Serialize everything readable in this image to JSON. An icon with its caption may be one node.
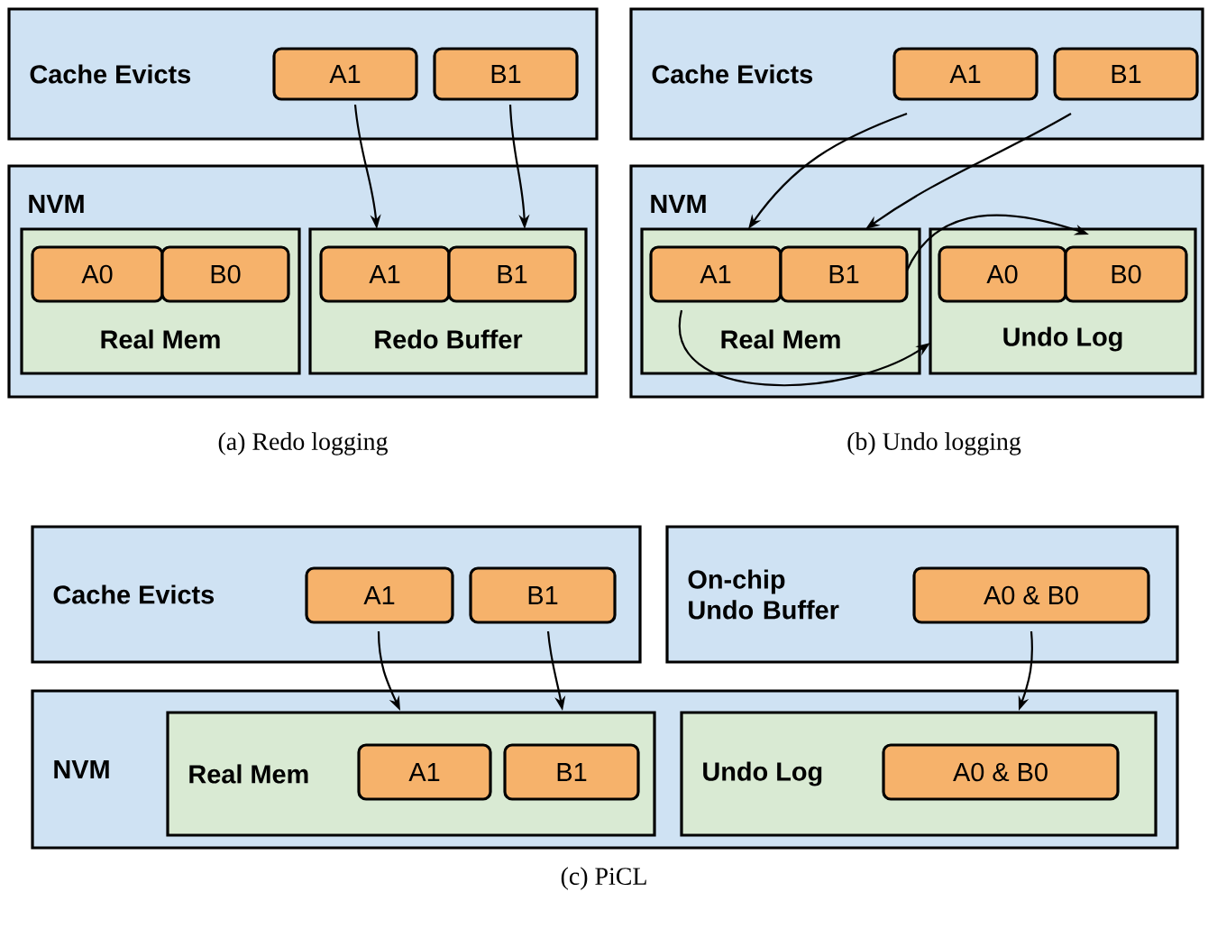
{
  "diagram": {
    "nodes": [
      {
        "text": [
          "Cache Evicts"
        ]
      },
      {
        "text": [
          "A1"
        ],
        "in": 0
      },
      {
        "text": [
          "B1"
        ],
        "in": 0
      },
      {
        "text": [
          "NVM"
        ]
      },
      {
        "text": [
          "Real Mem"
        ],
        "in": 3
      },
      {
        "text": [
          "A0"
        ],
        "in": 4
      },
      {
        "text": [
          "B0"
        ],
        "in": 4
      },
      {
        "text": [
          "Redo Buffer"
        ],
        "in": 3
      },
      {
        "text": [
          "A1"
        ],
        "in": 7
      },
      {
        "text": [
          "B1"
        ],
        "in": 7
      },
      {
        "text": [
          "Cache Evicts"
        ]
      },
      {
        "text": [
          "A1"
        ],
        "in": 10
      },
      {
        "text": [
          "B1"
        ],
        "in": 10
      },
      {
        "text": [
          "NVM"
        ]
      },
      {
        "text": [
          "Real Mem"
        ],
        "in": 13
      },
      {
        "text": [
          "A1"
        ],
        "in": 14
      },
      {
        "text": [
          "B1"
        ],
        "in": 14
      },
      {
        "text": [
          "Undo Log"
        ],
        "in": 13
      },
      {
        "text": [
          "A0"
        ],
        "in": 17
      },
      {
        "text": [
          "B0"
        ],
        "in": 17
      },
      {
        "text": [
          "Cache Evicts"
        ]
      },
      {
        "text": [
          "A1"
        ],
        "in": 20
      },
      {
        "text": [
          "B1"
        ],
        "in": 20
      },
      {
        "text": [
          "On-chip Undo Buffer"
        ]
      },
      {
        "text": [
          "A0 & B0"
        ],
        "in": 23
      },
      {
        "text": [
          "NVM"
        ]
      },
      {
        "text": [
          "Real Mem"
        ],
        "in": 25
      },
      {
        "text": [
          "A1"
        ],
        "in": 26
      },
      {
        "text": [
          "B1"
        ],
        "in": 26
      },
      {
        "text": [
          "Undo Log"
        ],
        "in": 25
      },
      {
        "text": [
          "A0 & B0"
        ],
        "in": 29
      }
    ],
    "edges": [
      {
        "from": 1,
        "to": 7,
        "arrow": "to"
      },
      {
        "from": 2,
        "to": 7,
        "arrow": "to"
      },
      {
        "from": 11,
        "to": 14,
        "arrow": "to"
      },
      {
        "from": 12,
        "to": 14,
        "arrow": "to"
      },
      {
        "from": 16,
        "to": 17,
        "arrow": "to"
      },
      {
        "from": 15,
        "to": 17,
        "arrow": "to"
      },
      {
        "from": 21,
        "to": 26,
        "arrow": "to"
      },
      {
        "from": 22,
        "to": 26,
        "arrow": "to"
      },
      {
        "from": 24,
        "to": 29,
        "arrow": "to"
      }
    ],
    "labels": [
      "(a) Redo logging",
      "(b) Undo logging",
      "(c) PiCL"
    ]
  }
}
